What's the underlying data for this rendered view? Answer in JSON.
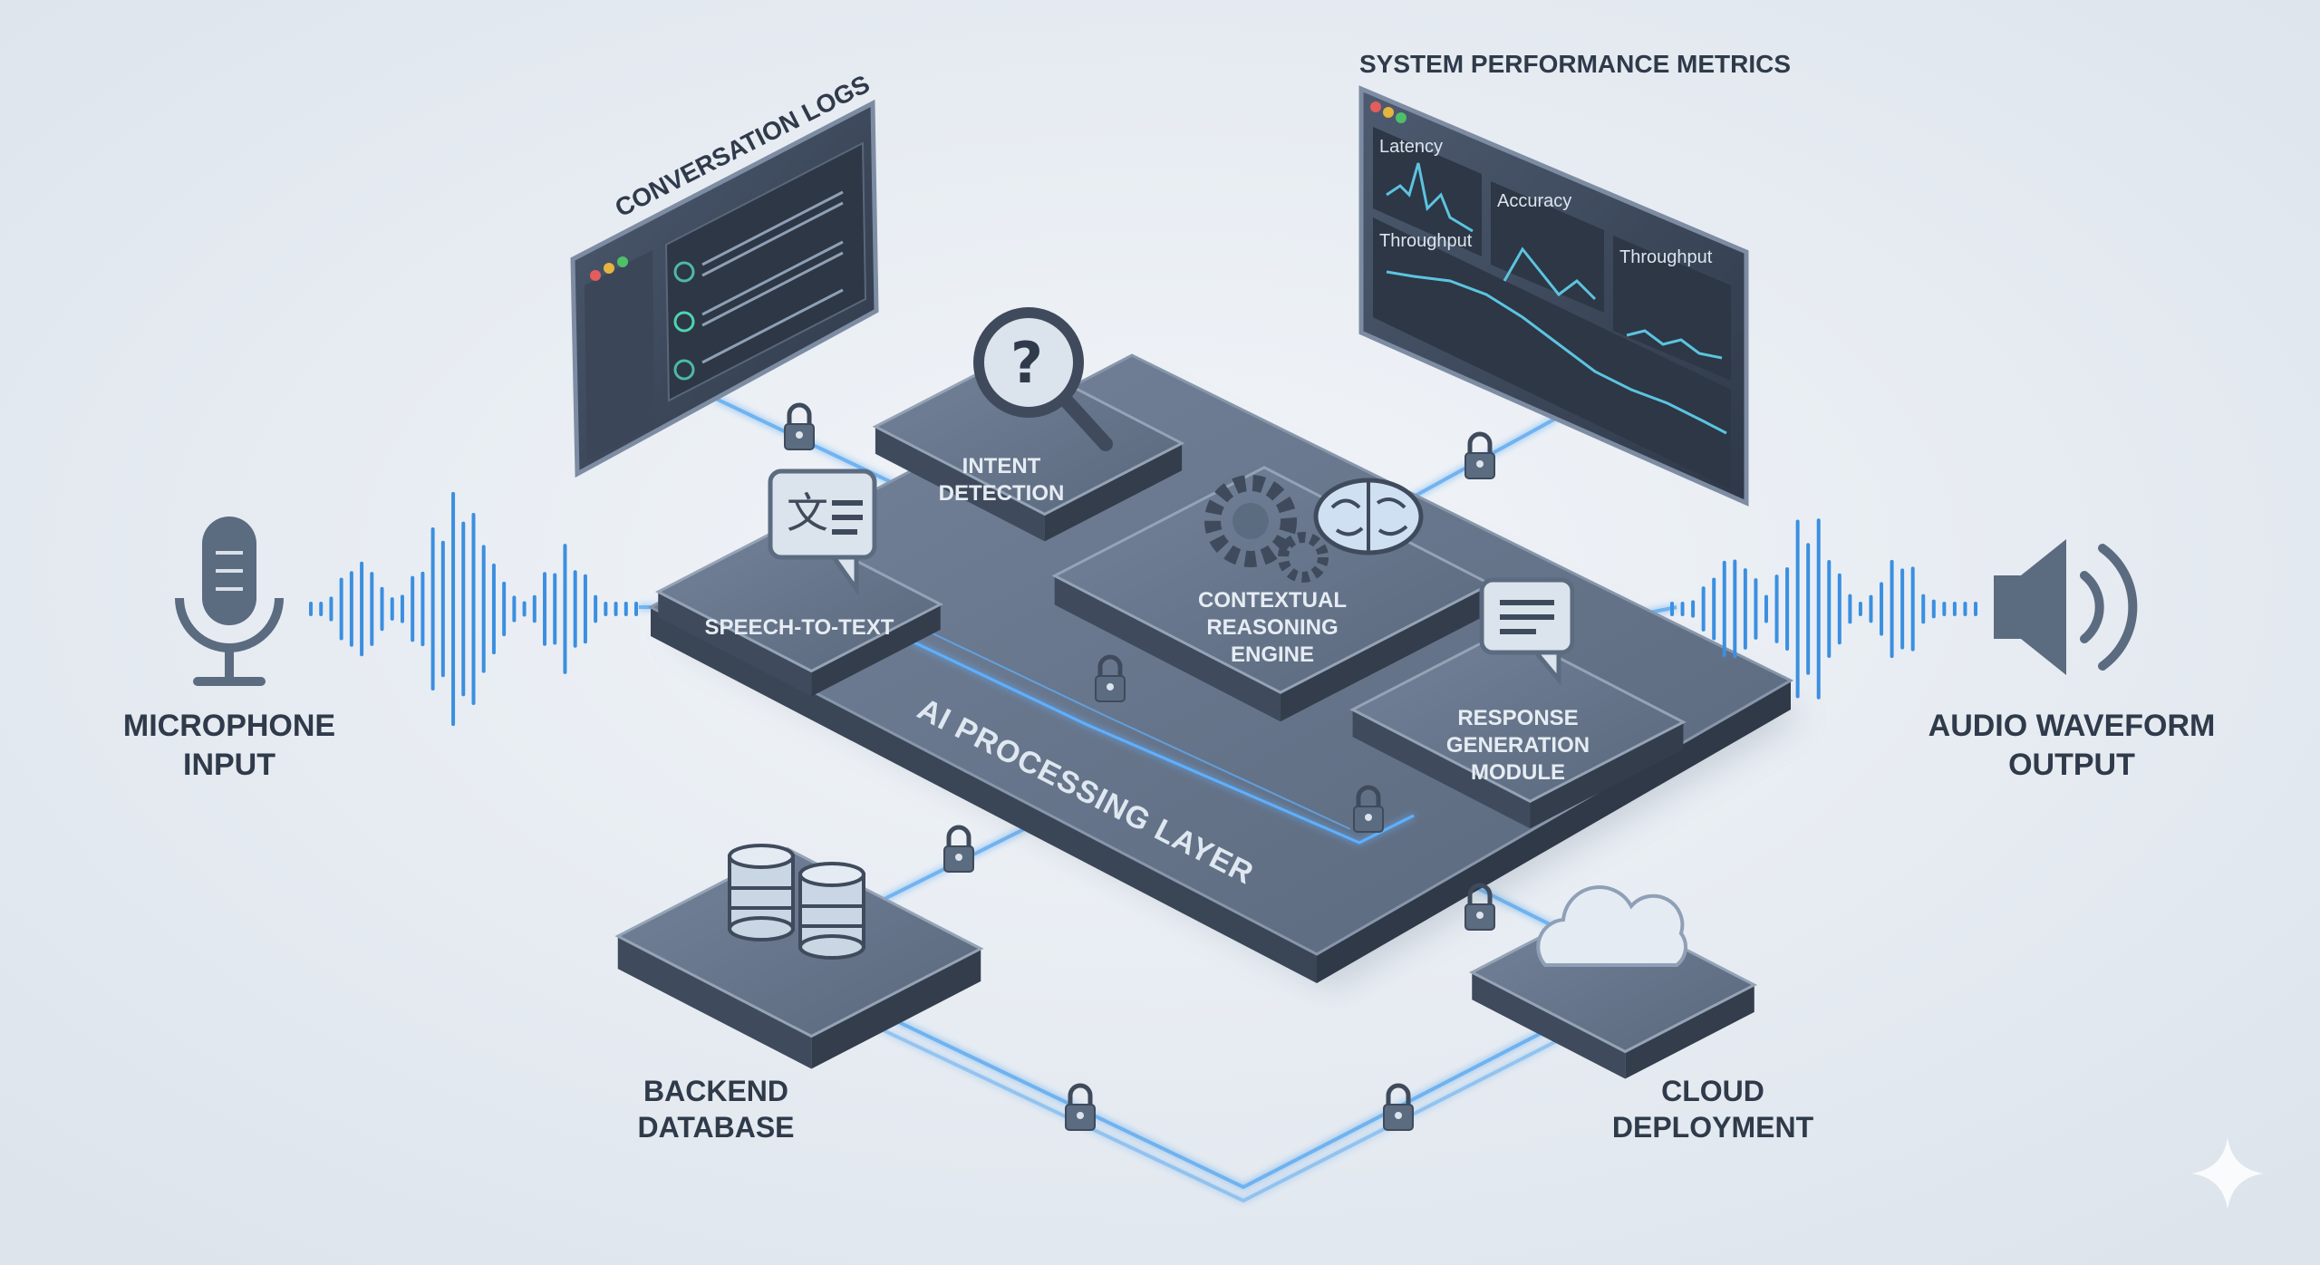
{
  "labels": {
    "microphone": [
      "MICROPHONE",
      "INPUT"
    ],
    "audio_output": [
      "AUDIO WAVEFORM",
      "OUTPUT"
    ],
    "platform": "AI PROCESSING LAYER",
    "speech_to_text": "SPEECH-TO-TEXT",
    "intent": [
      "INTENT",
      "DETECTION"
    ],
    "reasoning": [
      "CONTEXTUAL",
      "REASONING",
      "ENGINE"
    ],
    "response": [
      "RESPONSE",
      "GENERATION",
      "MODULE"
    ],
    "database": [
      "BACKEND",
      "DATABASE"
    ],
    "cloud": [
      "CLOUD",
      "DEPLOYMENT"
    ],
    "conversation_logs": "CONVERSATION LOGS",
    "performance": "SYSTEM PERFORMANCE METRICS"
  },
  "performance_panels": {
    "latency": "Latency",
    "accuracy": "Accuracy",
    "throughput_main": "Throughput",
    "throughput_side": "Throughput"
  },
  "colors": {
    "background": "#e9eef4",
    "module": "#5b6b80",
    "module_dark": "#3f4b5c",
    "accent_glow": "#3a8ee6",
    "label": "#2f3a4a"
  }
}
